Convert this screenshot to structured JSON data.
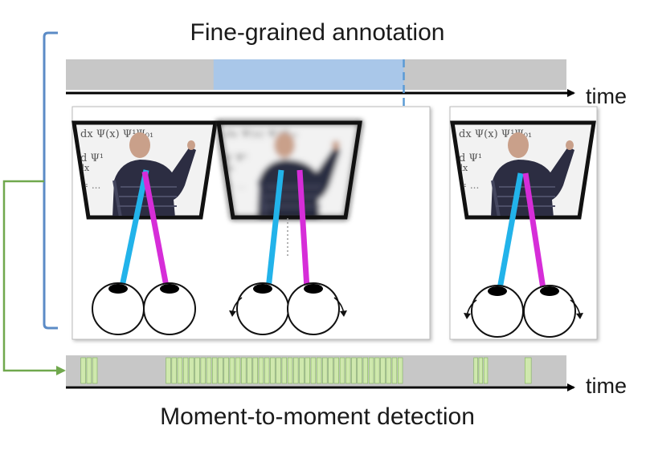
{
  "title_top": "Fine-grained annotation",
  "title_bottom": "Moment-to-moment detection",
  "time_axis_label": "time",
  "colors": {
    "track": "#c7c7c7",
    "annotation_highlight": "#a9c7e9",
    "annotation_marker": "#5b9bd5",
    "detection_tick": "#cfe8ad",
    "detection_tick_border": "#7fb35a",
    "bracket": "#5b8bc6",
    "link_arrow": "#70a84d",
    "gaze_left": "#22b3ea",
    "gaze_right": "#d62dd8",
    "board": "#f4f4f4",
    "person": "#3a3a4a"
  },
  "icons": [
    "mouse-click-icon",
    "eye-icon",
    "eye-rotation-arrow-icon"
  ],
  "annotation_track": {
    "highlight_fraction_start": 0.295,
    "highlight_fraction_end": 0.675,
    "marker_fraction": 0.675
  },
  "detection_track": {
    "tick_groups": [
      {
        "fraction_start": 0.03,
        "fraction_end": 0.065,
        "count": 3
      },
      {
        "fraction_start": 0.2,
        "fraction_end": 0.675,
        "count": 41
      },
      {
        "fraction_start": 0.815,
        "fraction_end": 0.845,
        "count": 3
      },
      {
        "fraction_start": 0.917,
        "fraction_end": 0.932,
        "count": 1
      }
    ]
  },
  "panels": [
    {
      "id": "panel-left",
      "views": [
        {
          "blurred": false,
          "eyes_rotating": false
        },
        {
          "blurred": true,
          "eyes_rotating": true
        }
      ]
    },
    {
      "id": "panel-right",
      "views": [
        {
          "blurred": false,
          "eyes_rotating": true
        }
      ]
    }
  ]
}
